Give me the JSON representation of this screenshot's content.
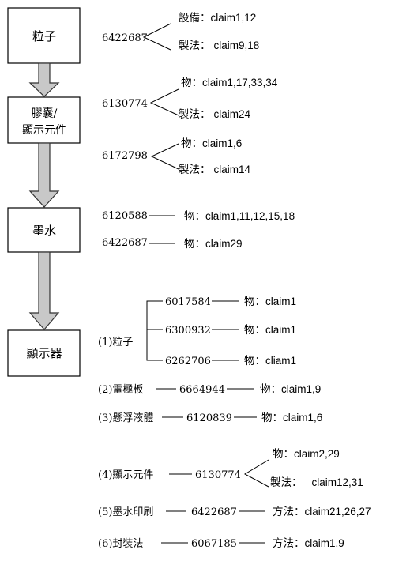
{
  "stages": [
    {
      "id": "particle",
      "label_lines": [
        "粒子"
      ]
    },
    {
      "id": "capsule",
      "label_lines": [
        "膠囊/",
        "顯示元件"
      ]
    },
    {
      "id": "ink",
      "label_lines": [
        "墨水"
      ]
    },
    {
      "id": "display",
      "label_lines": [
        "顯示器"
      ]
    }
  ],
  "patents": {
    "p1": {
      "number": "6422687",
      "claims": [
        {
          "type": "設備：",
          "text": "claim1,12"
        },
        {
          "type": "製法：",
          "text": "claim9,18"
        }
      ]
    },
    "p2": {
      "number": "6130774",
      "claims": [
        {
          "type": "物：",
          "text": "claim1,17,33,34"
        },
        {
          "type": "製法：",
          "text": "claim24"
        }
      ]
    },
    "p3": {
      "number": "6172798",
      "claims": [
        {
          "type": "物：",
          "text": "claim1,6"
        },
        {
          "type": "製法：",
          "text": "claim14"
        }
      ]
    },
    "p4": {
      "number": "6120588",
      "claims": [
        {
          "type": "物：",
          "text": "claim1,11,12,15,18"
        }
      ]
    },
    "p5": {
      "number": "6422687",
      "claims": [
        {
          "type": "物：",
          "text": "claim29"
        }
      ]
    }
  },
  "display_components": {
    "particle": {
      "label": "(1)粒子",
      "patents": [
        {
          "number": "6017584",
          "type": "物：",
          "text": "claim1"
        },
        {
          "number": "6300932",
          "type": "物：",
          "text": "claim1"
        },
        {
          "number": "6262706",
          "type": "物：",
          "text": "cliam1"
        }
      ]
    },
    "electrode": {
      "label": "(2)電極板",
      "number": "6664944",
      "type": "物：",
      "text": "claim1,9"
    },
    "suspension": {
      "label": "(3)懸浮液體",
      "number": "6120839",
      "type": "物：",
      "text": "claim1,6"
    },
    "display_element": {
      "label": "(4)顯示元件",
      "number": "6130774",
      "claims": [
        {
          "type": "物：",
          "text": "claim2,29"
        },
        {
          "type": "製法：",
          "text": "claim12,31"
        }
      ]
    },
    "ink_print": {
      "label": "(5)墨水印刷",
      "number": "6422687",
      "type": "方法：",
      "text": "claim21,26,27"
    },
    "packaging": {
      "label": "(6)封裝法",
      "number": "6067185",
      "type": "方法：",
      "text": "claim1,9"
    }
  },
  "colors": {
    "line": "#000000",
    "arrow_fill": "#c8c8c8",
    "arrow_stroke": "#333333",
    "text": "#000000"
  }
}
